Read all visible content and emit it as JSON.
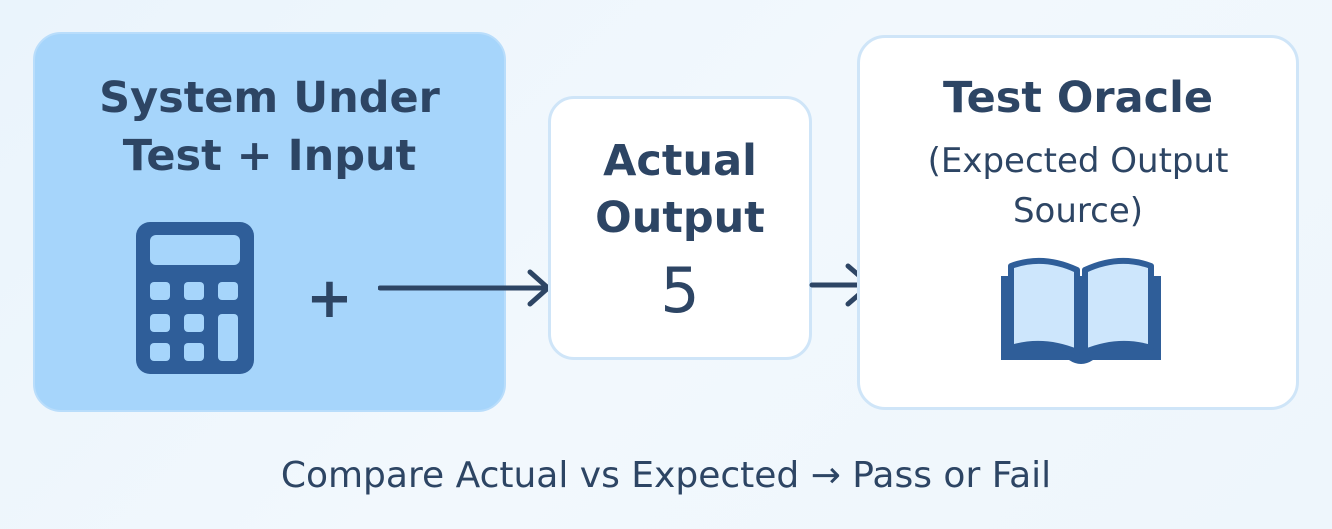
{
  "sut": {
    "title_line1": "System Under",
    "title_line2": "Test + Input",
    "icon": "calculator-icon",
    "plus": "+"
  },
  "actual": {
    "title_line1": "Actual",
    "title_line2": "Output",
    "value": "5"
  },
  "oracle": {
    "title": "Test Oracle",
    "subtitle_line1": "(Expected Output",
    "subtitle_line2": "Source)",
    "icon": "open-book-icon"
  },
  "caption": "Compare Actual vs Expected → Pass or Fail",
  "colors": {
    "primary": "#2d4564",
    "icon_blue": "#2f5e99",
    "sut_fill": "#a6d5fb",
    "card_border": "#cfe5f8",
    "book_page": "#cde6fc"
  }
}
